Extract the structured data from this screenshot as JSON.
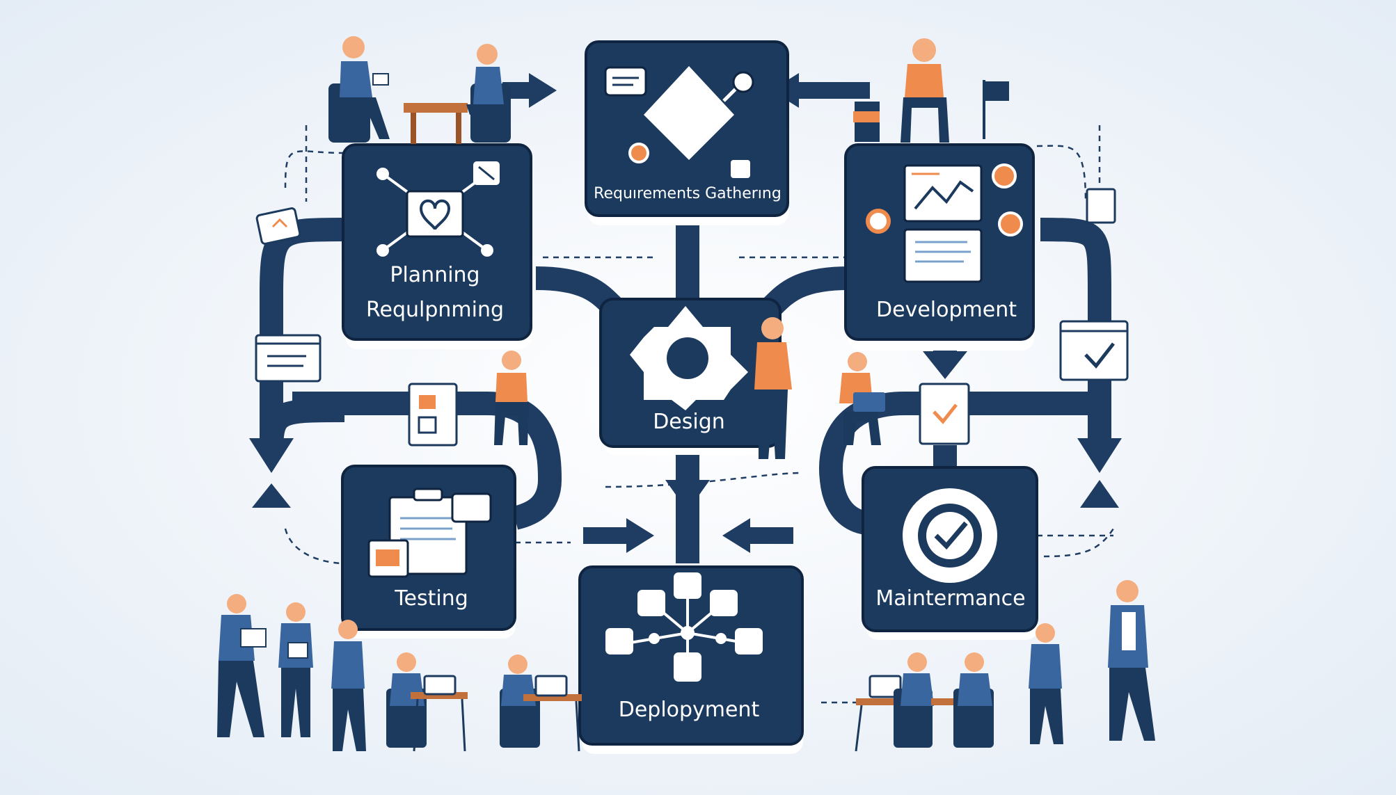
{
  "stages": {
    "requirements": "Requırements Gatherıng",
    "planning_line1": "Planning",
    "planning_line2": "Requlpnming",
    "development": "Development",
    "design": "Design",
    "testing": "Testing",
    "maintenance": "Maintermance",
    "deployment": "Deplopyment"
  },
  "icons": {
    "requirements": [
      "chat-bubble-icon",
      "diamond-node-icon",
      "gear-icon",
      "tool-icon"
    ],
    "planning": [
      "heart-network-icon",
      "wrench-icon"
    ],
    "development": [
      "chart-window-icon",
      "document-icon",
      "target-icon"
    ],
    "design": [
      "gear-icon"
    ],
    "testing": [
      "clipboard-icon",
      "checkbox-icon"
    ],
    "maintenance": [
      "gear-check-icon"
    ],
    "deployment": [
      "network-tree-icon"
    ]
  },
  "colors": {
    "panel": "#1c3a5e",
    "panel_dark": "#132b47",
    "arrow": "#1f3c63",
    "accent": "#f08b4e",
    "skin": "#f3ad7e",
    "background": "#eef3f9"
  }
}
